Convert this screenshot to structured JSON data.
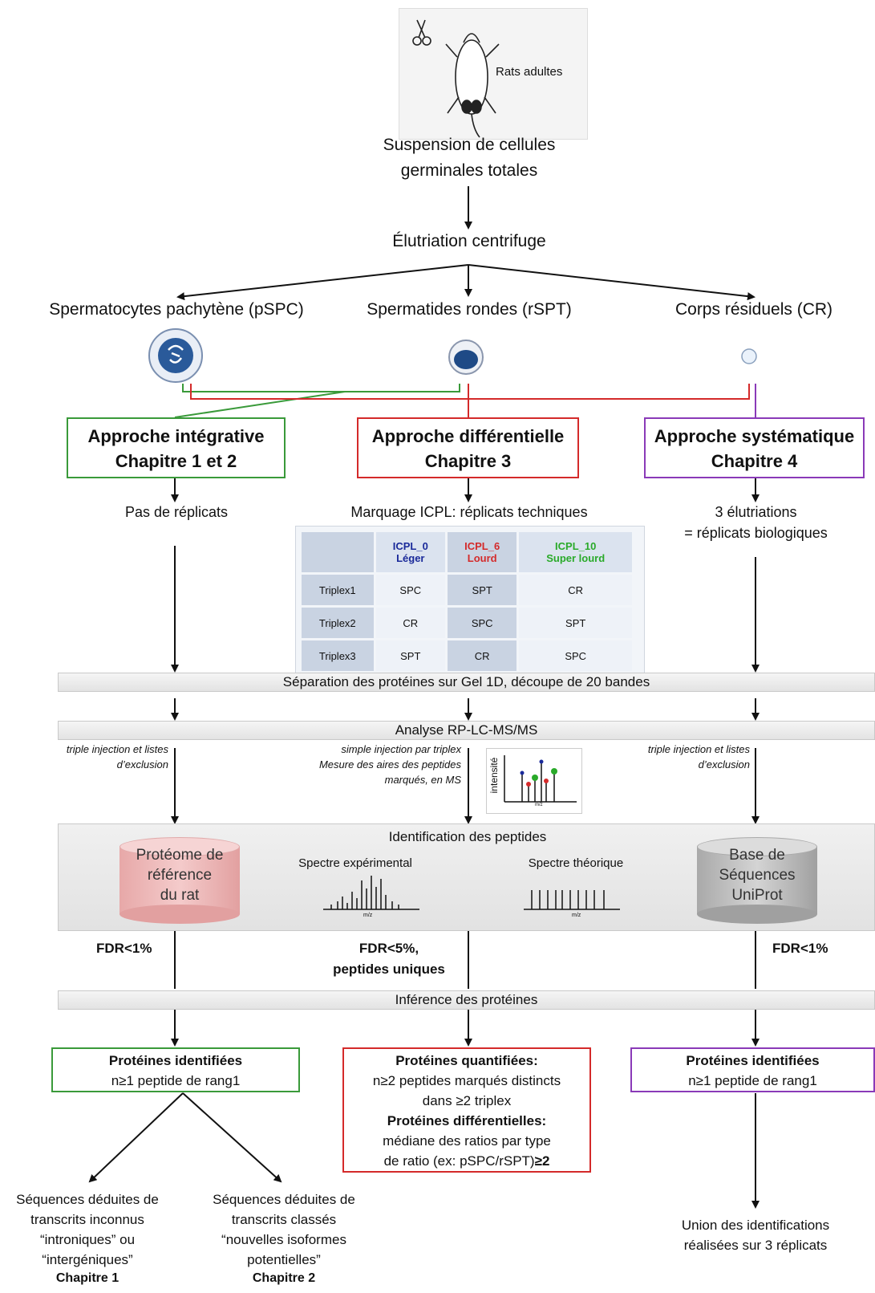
{
  "header": {
    "rats_label": "Rats adultes",
    "suspension_line1": "Suspension de cellules",
    "suspension_line2": "germinales totales",
    "elutriation": "Élutriation centrifuge"
  },
  "cells": {
    "pspc": "Spermatocytes pachytène (pSPC)",
    "rspt": "Spermatides rondes (rSPT)",
    "cr": "Corps résiduels (CR)"
  },
  "approaches": {
    "integrative": {
      "title": "Approche intégrative",
      "chapter": "Chapitre 1 et 2",
      "color": "#3a9a3a"
    },
    "differentielle": {
      "title": "Approche différentielle",
      "chapter": "Chapitre 3",
      "color": "#d42a2a"
    },
    "systematique": {
      "title": "Approche systématique",
      "chapter": "Chapitre 4",
      "color": "#8a3ab8"
    }
  },
  "replicates": {
    "left": "Pas de réplicats",
    "center": "Marquage ICPL: réplicats techniques",
    "right_line1": "3 élutriations",
    "right_line2": "= réplicats biologiques"
  },
  "icpl_table": {
    "headers": [
      {
        "name": "ICPL_0",
        "sub": "Léger",
        "color": "#1a2a9a"
      },
      {
        "name": "ICPL_6",
        "sub": "Lourd",
        "color": "#d42a2a"
      },
      {
        "name": "ICPL_10",
        "sub": "Super lourd",
        "color": "#2aaa2a"
      }
    ],
    "rows": [
      {
        "label": "Triplex1",
        "cells": [
          "SPC",
          "SPT",
          "CR"
        ]
      },
      {
        "label": "Triplex2",
        "cells": [
          "CR",
          "SPC",
          "SPT"
        ]
      },
      {
        "label": "Triplex3",
        "cells": [
          "SPT",
          "CR",
          "SPC"
        ]
      }
    ]
  },
  "bars": {
    "separation": "Séparation des protéines  sur Gel 1D, découpe de 20 bandes",
    "analyse": "Analyse RP-LC-MS/MS",
    "identification": "Identification des peptides",
    "inference": "Inférence des protéines"
  },
  "notes": {
    "left_line1": "triple injection et listes",
    "left_line2": "d’exclusion",
    "center_line1": "simple injection par triplex",
    "center_line2": "Mesure des aires des peptides",
    "center_line3": "marqués, en MS",
    "right_line1": "triple injection et listes",
    "right_line2": "d’exclusion"
  },
  "ms_plot": {
    "ylabel": "intensité",
    "xlabel": "m/z"
  },
  "identification": {
    "db_left_line1": "Protéome de",
    "db_left_line2": "référence",
    "db_left_line3": "du rat",
    "spectre_exp": "Spectre expérimental",
    "spectre_theo": "Spectre théorique",
    "mz_left": "m/z",
    "mz_right": "m/z",
    "db_right_line1": "Base de",
    "db_right_line2": "Séquences",
    "db_right_line3": "UniProt"
  },
  "fdr": {
    "left": "FDR<1%",
    "center_line1": "FDR<5%,",
    "center_line2": "peptides uniques",
    "right": "FDR<1%"
  },
  "results": {
    "left_title": "Protéines identifiées",
    "left_text": "n≥1 peptide de rang1",
    "center_title1": "Protéines quantifiées:",
    "center_text1": "n≥2 peptides marqués distincts",
    "center_text2": "dans  ≥2  triplex",
    "center_title2": "Protéines différentielles:",
    "center_text3": "médiane des ratios par type",
    "center_text4": "de ratio (ex: pSPC/rSPT)",
    "center_text4_bold": "≥2",
    "right_title": "Protéines identifiées",
    "right_text": "n≥1 peptide de rang1"
  },
  "outputs": {
    "ch1_line1": "Séquences déduites de",
    "ch1_line2": "transcrits inconnus",
    "ch1_line3": "“introniques” ou",
    "ch1_line4": "“intergéniques”",
    "ch1_chapter": "Chapitre 1",
    "ch2_line1": "Séquences déduites de",
    "ch2_line2": "transcrits classés",
    "ch2_line3": "“nouvelles isoformes",
    "ch2_line4": "potentielles”",
    "ch2_chapter": "Chapitre 2",
    "union_line1": "Union des identifications",
    "union_line2": "réalisées sur 3 réplicats"
  }
}
